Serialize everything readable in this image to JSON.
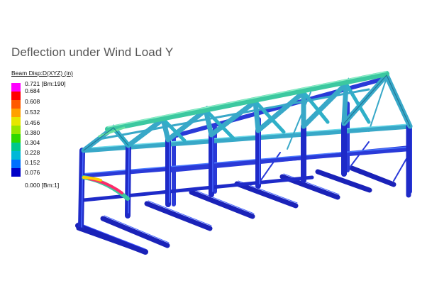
{
  "title": "Deflection under Wind Load Y",
  "legend": {
    "title": "Beam Disp:D(XYZ)  (in)",
    "labels": [
      "0.721 [Bm:190]",
      "0.684",
      "0.608",
      "0.532",
      "0.456",
      "0.380",
      "0.304",
      "0.228",
      "0.152",
      "0.076",
      "0.000 [Bm:1]"
    ],
    "colors": [
      "#ff00ff",
      "#ff0000",
      "#ff5a00",
      "#ffa000",
      "#e6e600",
      "#96e600",
      "#2ed800",
      "#00c88c",
      "#00b8d8",
      "#0070ff",
      "#0000c8"
    ]
  },
  "colors": {
    "ridge": "#3cc8a0",
    "roof": "#38a8c8",
    "column": "#2a3ad8",
    "base": "#1a22b8",
    "peak": "#ff2a6a"
  }
}
